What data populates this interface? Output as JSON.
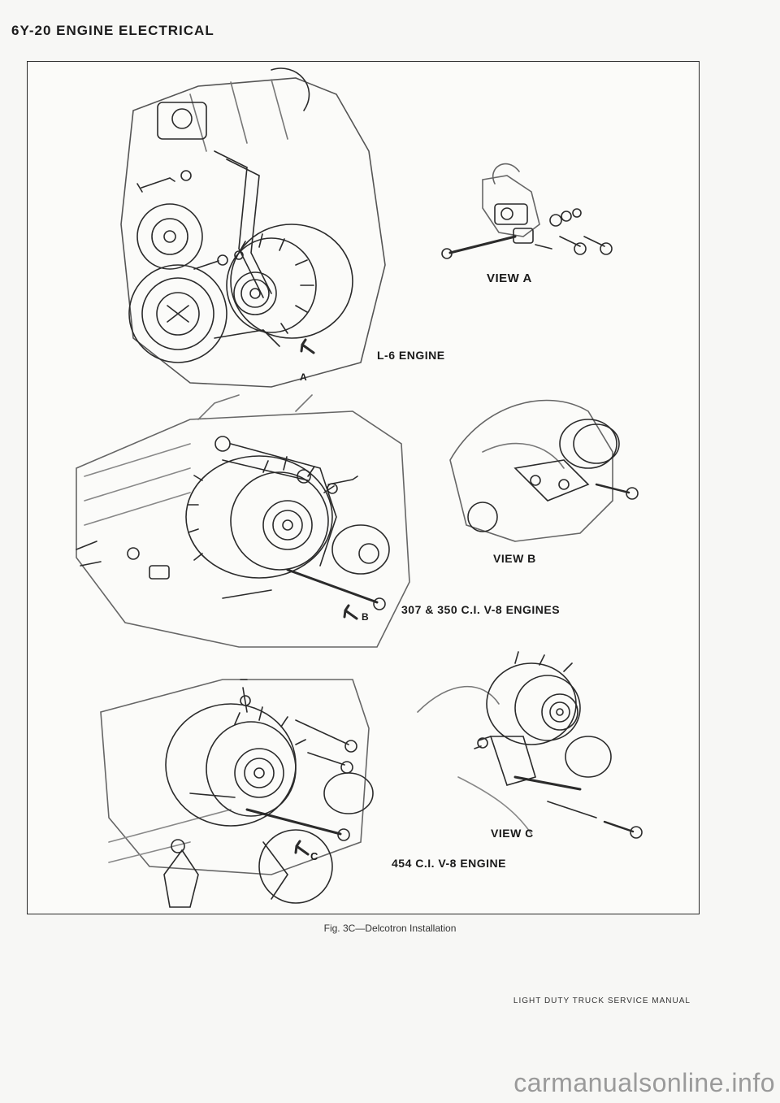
{
  "header": {
    "title": "6Y-20 ENGINE ELECTRICAL"
  },
  "figure": {
    "caption": "Fig. 3C—Delcotron Installation",
    "panels": [
      {
        "engine_label": "L-6 ENGINE",
        "view_label": "VIEW A",
        "callout": "A"
      },
      {
        "engine_label": "307 & 350 C.I. V-8 ENGINES",
        "view_label": "VIEW B",
        "callout": "B"
      },
      {
        "engine_label": "454 C.I. V-8 ENGINE",
        "view_label": "VIEW C",
        "callout": "C"
      }
    ]
  },
  "footer": {
    "text": "LIGHT DUTY TRUCK SERVICE MANUAL"
  },
  "watermark": {
    "text": "carmanualsonline.info"
  }
}
